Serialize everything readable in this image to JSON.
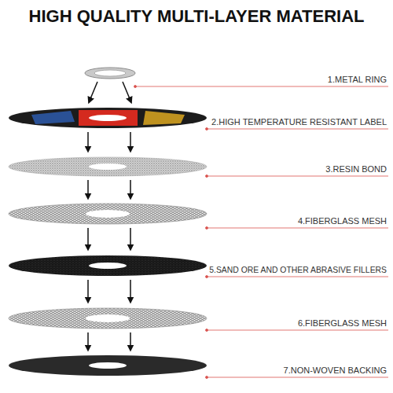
{
  "diagram": {
    "title": "HIGH QUALITY MULTI-LAYER MATERIAL",
    "labels": [
      "1.METAL RING",
      "2.HIGH TEMPERATURE RESISTANT LABEL",
      "3.RESIN BOND",
      "4.FIBERGLASS MESH",
      "5.SAND ORE AND OTHER ABRASIVE FILLERS",
      "6.FIBERGLASS MESH",
      "7.NON-WOVEN BACKING"
    ]
  }
}
